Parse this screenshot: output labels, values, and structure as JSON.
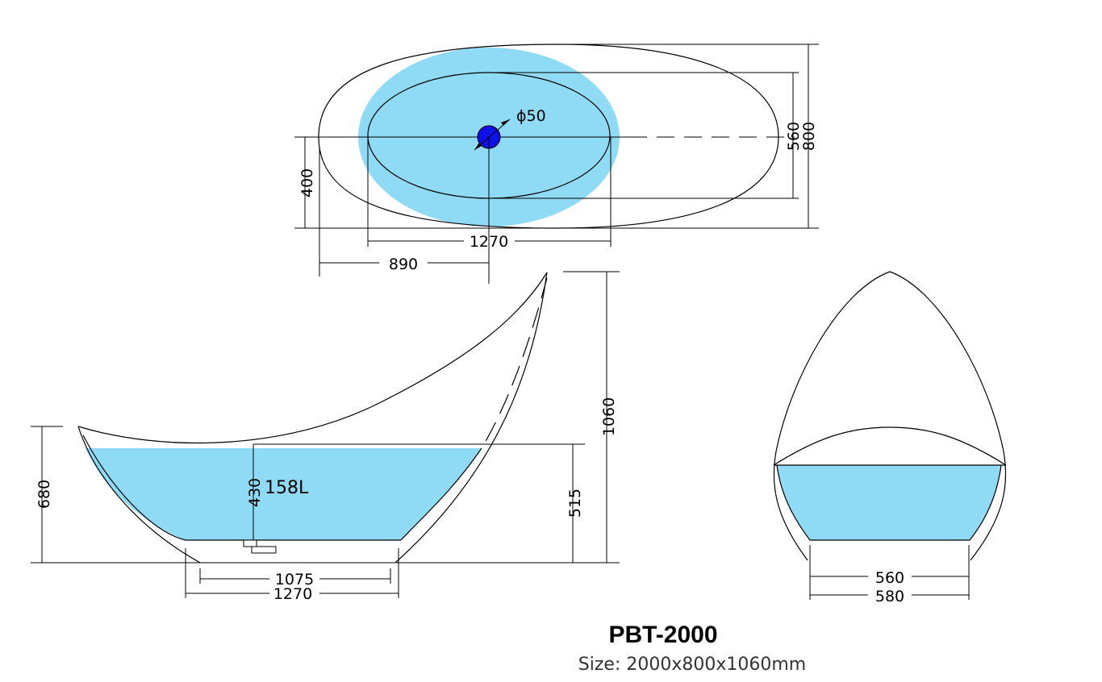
{
  "model": "PBT-2000",
  "size_text": "Size: 2000x800x1060mm",
  "colors": {
    "water": "#8fdbf6",
    "drain": "#1010e8",
    "line": "#000000"
  },
  "top_view": {
    "drain_label": "ϕ50",
    "dim_inner_width": "560",
    "dim_outer_width": "800",
    "dim_center_offset": "400",
    "dim_inner_length": "1270",
    "dim_drain_offset": "890"
  },
  "side_view": {
    "dim_total_height": "1060",
    "dim_rim_height": "680",
    "dim_water_height": "515",
    "dim_interior_depth": "430",
    "capacity": "158L",
    "dim_base_inner": "1075",
    "dim_base_outer": "1270"
  },
  "end_view": {
    "dim_base_inner": "560",
    "dim_base_outer": "580"
  }
}
